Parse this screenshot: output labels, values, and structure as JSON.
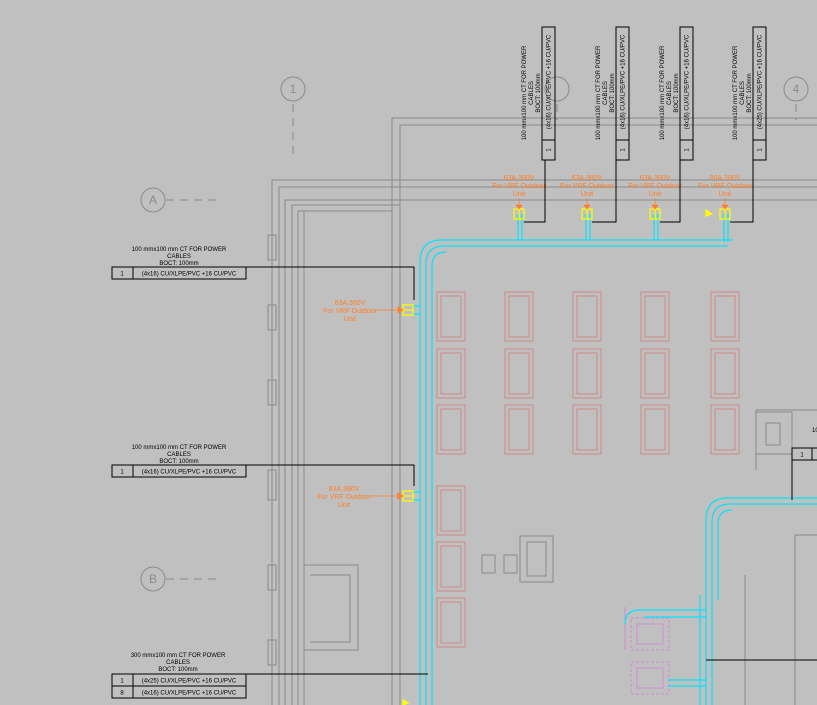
{
  "colors": {
    "background": "#c0c0c0",
    "wall": "#8a8a8a",
    "tray": "#00e5ff",
    "orange": "#ff7f2a",
    "equipment": "#d08a8a",
    "magenta": "#d58ad5",
    "yellow": "#ffff00",
    "box_line": "#000000"
  },
  "grid_labels": {
    "col_1": "1",
    "col_4": "4",
    "row_a": "A",
    "row_b": "B"
  },
  "cable_notes": {
    "note_1": {
      "l1": "100 mmx100 mm CT FOR POWER",
      "l2": "CABLES",
      "l3": "BOCT: 100mm",
      "rows": [
        {
          "n": "1",
          "spec": "(4x16) CU/XLPE/PVC +16 CU/PVC"
        }
      ]
    },
    "note_2": {
      "l1": "100 mmx100 mm CT FOR POWER",
      "l2": "CABLES",
      "l3": "BOCT: 100mm",
      "rows": [
        {
          "n": "1",
          "spec": "(4x16) CU/XLPE/PVC +16 CU/PVC"
        }
      ]
    },
    "note_3": {
      "l1": "300 mmx100 mm CT FOR POWER",
      "l2": "CABLES",
      "l3": "BOCT: 100mm",
      "rows": [
        {
          "n": "1",
          "spec": "(4x25) CU/XLPE/PVC +16 CU/PVC"
        },
        {
          "n": "8",
          "spec": "(4x16) CU/XLPE/PVC +16 CU/PVC"
        }
      ]
    },
    "v1": {
      "l1": "100 mmx100 mm CT FOR POWER",
      "l2": "CABLES",
      "l3": "BOCT: 100mm",
      "spec": "(4x16) CU/XLPE/PVC +16 CU/PVC",
      "n": "1"
    },
    "v2": {
      "l1": "100 mmx100 mm CT FOR POWER",
      "l2": "CABLES",
      "l3": "BOCT: 100mm",
      "spec": "(4x16) CU/XLPE/PVC +16 CU/PVC",
      "n": "1"
    },
    "v3": {
      "l1": "100 mmx100 mm CT FOR POWER",
      "l2": "CABLES",
      "l3": "BOCT: 100mm",
      "spec": "(4x16) CU/XLPE/PVC +16 CU/PVC",
      "n": "1"
    },
    "v4": {
      "l1": "100 mmx100 mm CT FOR POWER",
      "l2": "CABLES",
      "l3": "BOCT: 100mm",
      "spec": "(4x25) CU/XLPE/PVC +16 CU/PVC",
      "n": "1"
    },
    "right_partial": {
      "l1": "10",
      "n": "1"
    }
  },
  "breakers": {
    "b1": {
      "rating": "63A,380V",
      "l2": "For VRF Outdoor",
      "l3": "Unit"
    },
    "b2": {
      "rating": "63A,380V",
      "l2": "For VRF Outdoor",
      "l3": "Unit"
    },
    "b3": {
      "rating": "63A,380V",
      "l2": "For VRF Outdoor",
      "l3": "Unit"
    },
    "b4": {
      "rating": "80A,380V",
      "l2": "For VRF Outdoor",
      "l3": "Unit"
    },
    "b5": {
      "rating": "63A,380V",
      "l2": "For VRF Outdoor",
      "l3": "Unit"
    },
    "b6": {
      "rating": "63A,380V",
      "l2": "For VRF Outdoor",
      "l3": "Unit"
    }
  }
}
